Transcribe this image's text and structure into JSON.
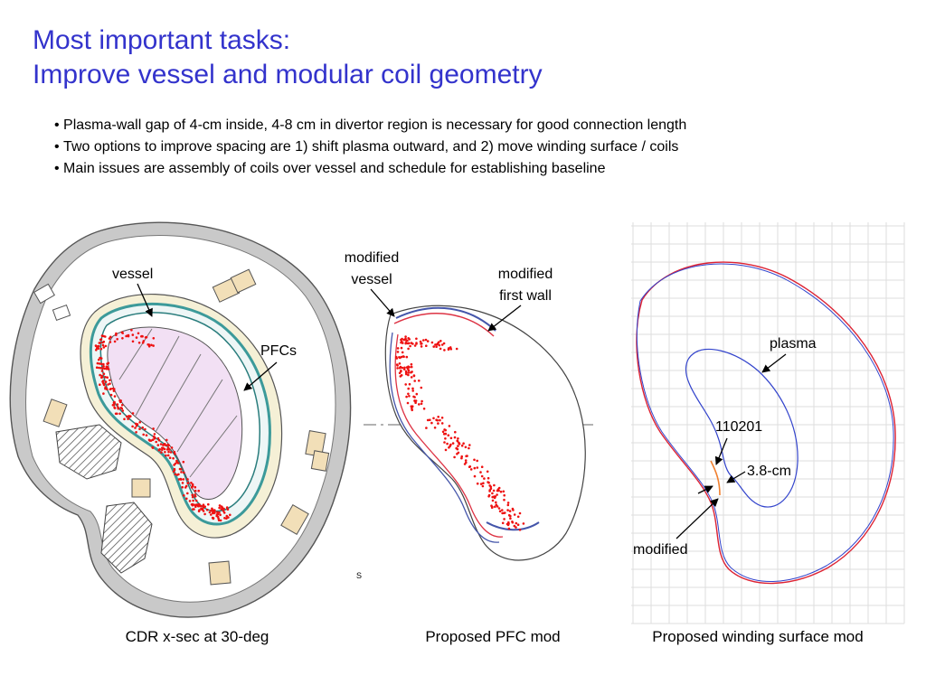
{
  "title": {
    "line1": "Most important tasks:",
    "line2": "Improve vessel and modular coil geometry"
  },
  "bullets": [
    "Plasma-wall gap of 4-cm inside, 4-8 cm in divertor region is necessary for good connection length",
    "Two options to improve spacing are 1) shift plasma outward, and 2) move winding surface / coils",
    "Main issues are assembly of coils over vessel and schedule for establishing baseline"
  ],
  "panel1": {
    "caption": "CDR x-sec at 30-deg",
    "label_vessel": "vessel",
    "label_pfcs": "PFCs"
  },
  "panel2": {
    "caption": "Proposed PFC mod",
    "label_modified_vessel_1": "modified",
    "label_modified_vessel_2": "vessel",
    "label_modified_first_wall_1": "modified",
    "label_modified_first_wall_2": "first wall",
    "small_mark": "S"
  },
  "panel3": {
    "caption": "Proposed winding surface mod",
    "label_plasma": "plasma",
    "label_id": "110201",
    "label_gap": "3.8-cm",
    "label_modified": "modified"
  },
  "colors": {
    "title": "#3333cc",
    "plasma_points": "#ee1111",
    "plasma_fill": "#f2e0f4",
    "vessel_teal": "#3c9a9a",
    "coil_box": "#f2dfb8",
    "winding_blue": "#3344cc",
    "winding_red": "#dd2233",
    "grid": "#dddddd"
  }
}
